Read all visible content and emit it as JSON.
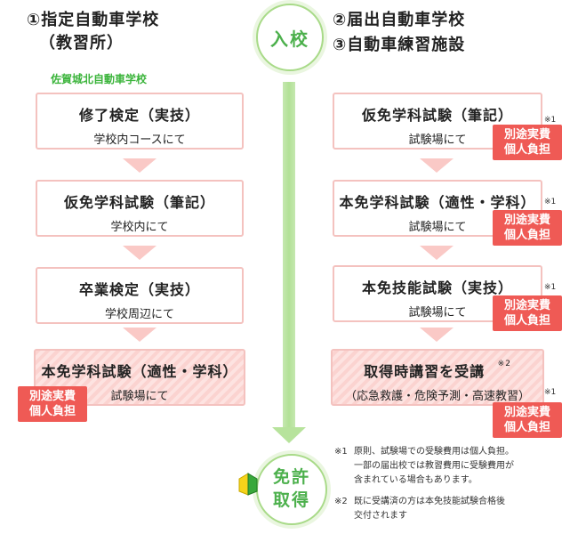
{
  "left": {
    "title_line1": "①指定自動車学校",
    "title_line2": "（教習所）",
    "school": "佐賀城北自動車学校",
    "steps": [
      {
        "main": "修了検定（実技）",
        "sub": "学校内コースにて"
      },
      {
        "main": "仮免学科試験（筆記）",
        "sub": "学校内にて"
      },
      {
        "main": "卒業検定（実技）",
        "sub": "学校周辺にて"
      },
      {
        "main": "本免学科試験（適性・学科）",
        "sub": "試験場にて"
      }
    ],
    "badge_line1": "別途実費",
    "badge_line2": "個人負担"
  },
  "center": {
    "entry": "入校",
    "license_line1": "免許",
    "license_line2": "取得"
  },
  "right": {
    "title_line1": "②届出自動車学校",
    "title_line2": "③自動車練習施設",
    "steps": [
      {
        "main": "仮免学科試験（筆記）",
        "sub": "試験場にて",
        "mark": "※1"
      },
      {
        "main": "本免学科試験（適性・学科）",
        "sub": "試験場にて",
        "mark": "※1"
      },
      {
        "main": "本免技能試験（実技）",
        "sub": "試験場にて",
        "mark": "※1"
      },
      {
        "main": "取得時講習を受講",
        "main_mark": "※2",
        "sub": "（応急救護・危険予測・高速教習）",
        "mark": "※1"
      }
    ],
    "badge_line1": "別途実費",
    "badge_line2": "個人負担"
  },
  "notes": [
    {
      "mark": "※1",
      "line1": "原則、試験場での受験費用は個人負担。",
      "line2": "一部の届出校では教習費用に受験費用が",
      "line3": "含まれている場合もあります。"
    },
    {
      "mark": "※2",
      "line1": "既に受講済の方は本免技能試験合格後",
      "line2": "交付されます"
    }
  ],
  "colors": {
    "badge": "#ef5a55",
    "box_border": "#f4c2bf",
    "green": "#4cb04c",
    "school_green": "#3bb43b"
  },
  "icons": [
    "beginner-driver-mark-icon"
  ]
}
